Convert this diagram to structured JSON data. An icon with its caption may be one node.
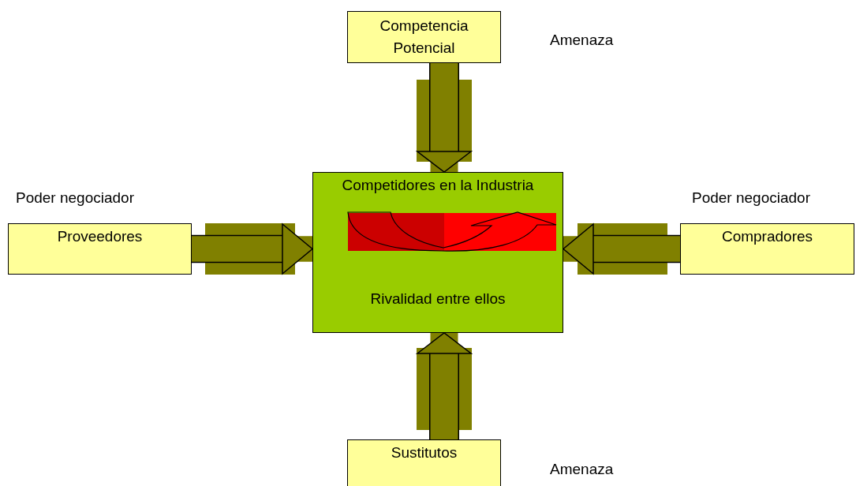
{
  "diagram": {
    "nodes": [
      {
        "text": [
          "Competencia Potencial"
        ],
        "beside": [
          "Amenaza"
        ]
      },
      {
        "text": [
          "Proveedores"
        ],
        "beside": [
          "Poder negociador"
        ]
      },
      {
        "text": [
          "Competidores en la Industria",
          "Rivalidad entre ellos"
        ]
      },
      {
        "text": [
          "Compradores"
        ],
        "beside": [
          "Poder negociador"
        ]
      },
      {
        "text": [
          "Sustitutos"
        ],
        "beside": [
          "Amenaza"
        ]
      }
    ],
    "edges": [
      {
        "from": 0,
        "to": 2,
        "arrow": "to"
      },
      {
        "from": 1,
        "to": 2,
        "arrow": "to"
      },
      {
        "from": 3,
        "to": 2,
        "arrow": "to"
      },
      {
        "from": 4,
        "to": 2,
        "arrow": "to"
      }
    ]
  }
}
